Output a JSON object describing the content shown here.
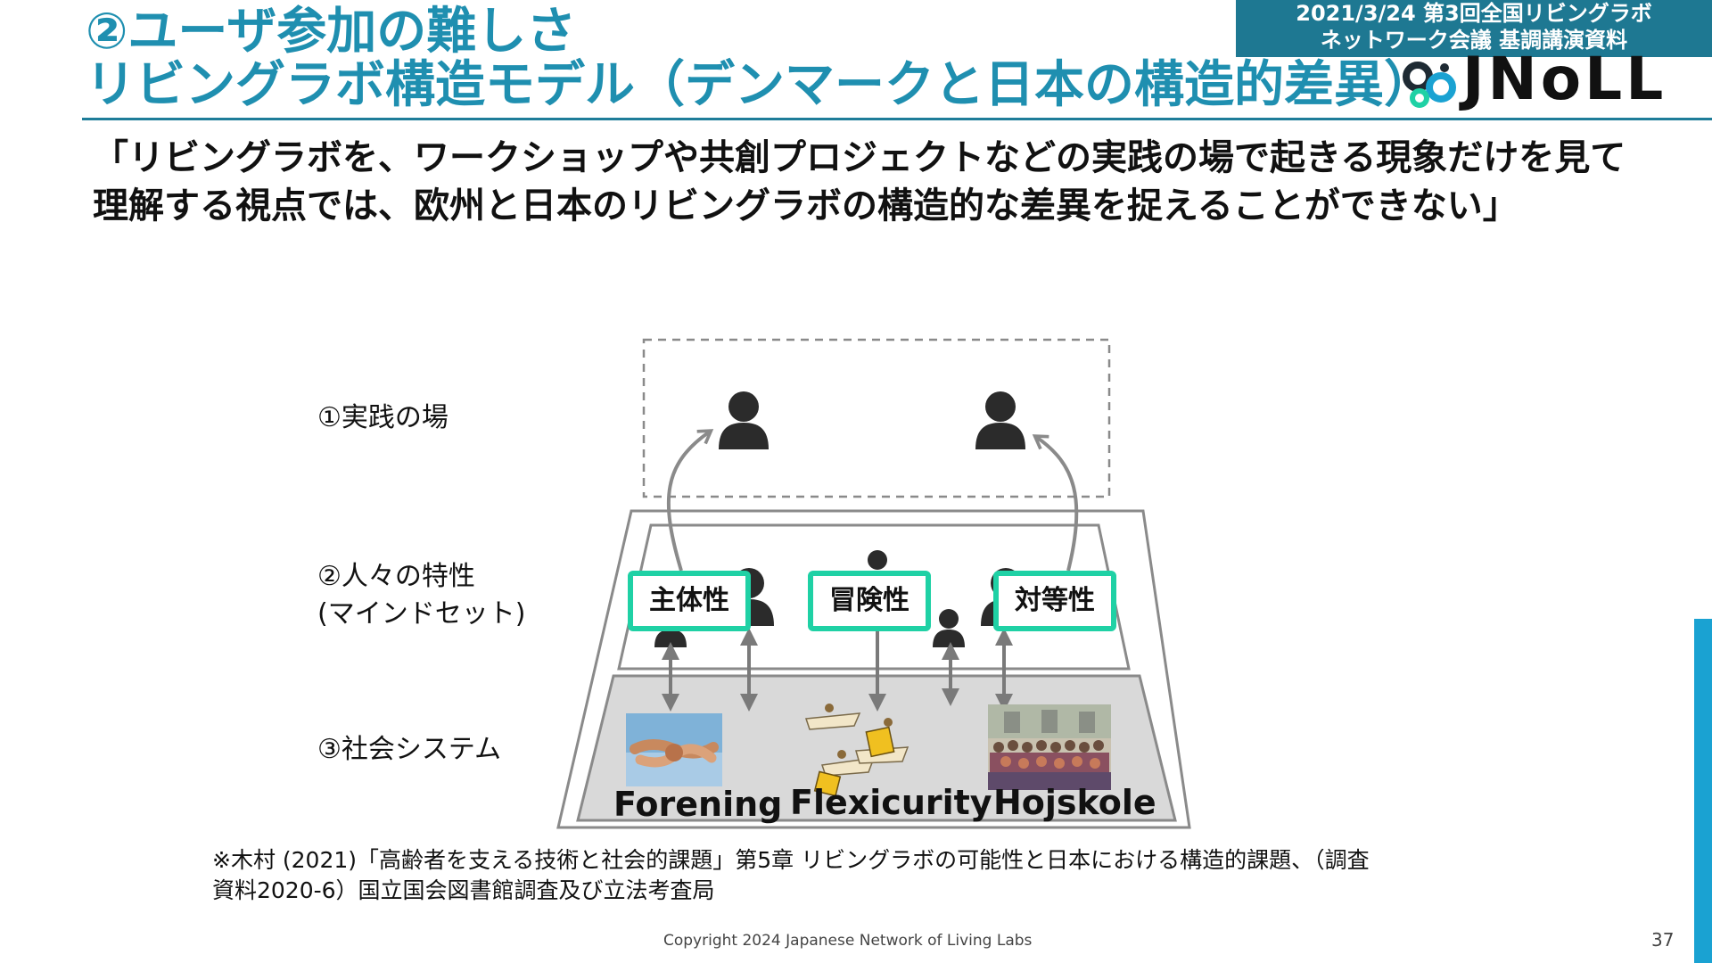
{
  "header": {
    "title_line_1": "②ユーザ参加の難しさ",
    "title_line_2": "リビングラボ構造モデル（デンマークと日本の構造的差異）",
    "event_line_1": "2021/3/24 第3回全国リビングラボ",
    "event_line_2": "ネットワーク会議 基調講演資料",
    "logo_text": "JNoLL",
    "accent_color": "#1f8fb0",
    "event_bg_color": "#1e7892"
  },
  "quote": {
    "line_1": "「リビングラボを、ワークショップや共創プロジェクトなどの実践の場で起きる現象だけを見て",
    "line_2": "理解する視点では、欧州と日本のリビングラボの構造的な差異を捉えることができない」"
  },
  "diagram": {
    "layer_1_label": "①実践の場",
    "layer_2_label_line_1": "②人々の特性",
    "layer_2_label_line_2": "(マインドセット)",
    "layer_3_label": "③社会システム",
    "badges": [
      "主体性",
      "冒険性",
      "対等性"
    ],
    "badge_border_color": "#1fd1a5",
    "social_systems": [
      "Forening",
      "Flexicurity",
      "Hojskole"
    ],
    "photo_1_icon": "joined-hands-photo",
    "photo_2_icon": "flexicurity-illustration",
    "photo_3_icon": "group-photo",
    "person_icon": "person-icon"
  },
  "footer": {
    "footnote_line_1": "※木村 (2021)「高齢者を支える技術と社会的課題」第5章 リビングラボの可能性と日本における構造的課題、（調査",
    "footnote_line_2": "資料2020-6）国立国会図書館調査及び立法考査局",
    "copyright": "Copyright 2024  Japanese Network of Living Labs",
    "page_number": "37",
    "side_bar_color": "#1aa2d2"
  }
}
